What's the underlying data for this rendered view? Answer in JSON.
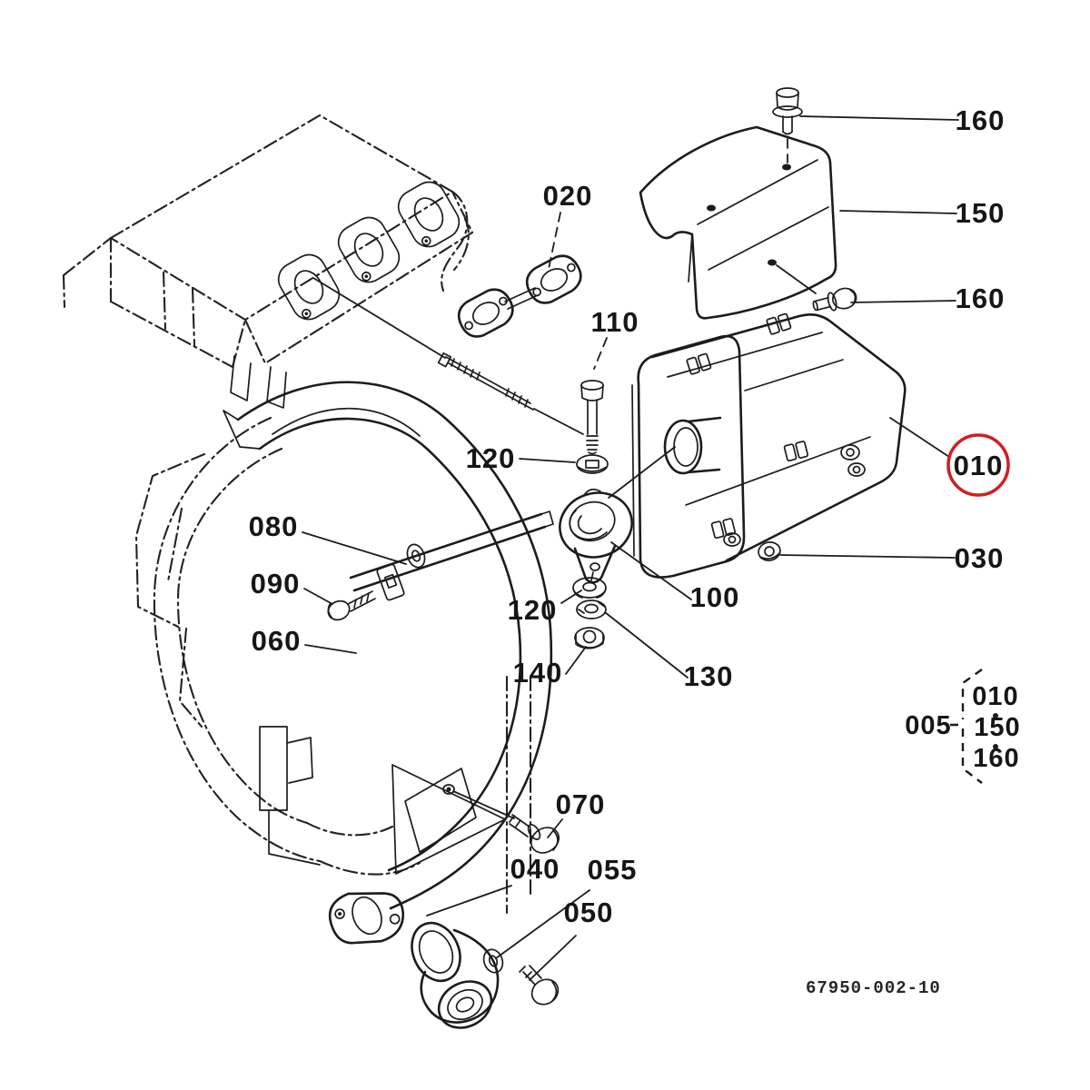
{
  "diagram": {
    "background_color": "#ffffff",
    "line_color": "#1c1c1c",
    "highlight_color": "#cf1f1f",
    "drawing_number": "67950-002-10",
    "callouts": [
      {
        "text": "020"
      },
      {
        "text": "110"
      },
      {
        "text": "120"
      },
      {
        "text": "080"
      },
      {
        "text": "090"
      },
      {
        "text": "060"
      },
      {
        "text": "120"
      },
      {
        "text": "140"
      },
      {
        "text": "130"
      },
      {
        "text": "100"
      },
      {
        "text": "070"
      },
      {
        "text": "040"
      },
      {
        "text": "055"
      },
      {
        "text": "050"
      },
      {
        "text": "160"
      },
      {
        "text": "150"
      },
      {
        "text": "160"
      },
      {
        "text": "010",
        "circled": true
      },
      {
        "text": "030"
      }
    ],
    "legend": {
      "group_label": "005",
      "items": [
        {
          "text": "010"
        },
        {
          "text": "150"
        },
        {
          "text": "160"
        }
      ]
    }
  }
}
